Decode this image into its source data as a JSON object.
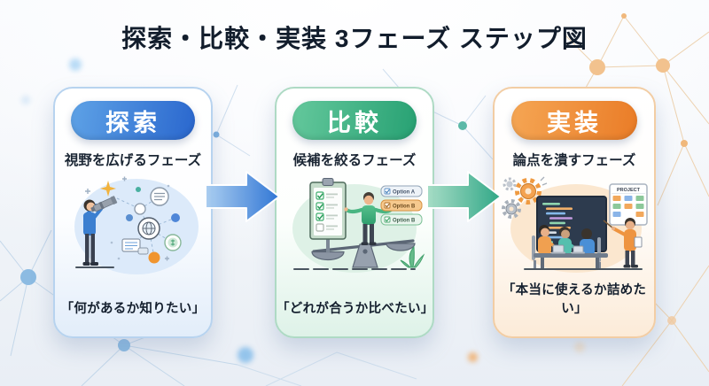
{
  "title": "探索・比較・実装 3フェーズ ステップ図",
  "colors": {
    "explore_accent": "#2a67ce",
    "compare_accent": "#27a173",
    "implement_accent": "#ea7c27",
    "background": "#eef2f7"
  },
  "phases": [
    {
      "label": "探索",
      "subtitle": "視野を広げるフェーズ",
      "quote": "「何があるか知りたい」"
    },
    {
      "label": "比較",
      "subtitle": "候補を絞るフェーズ",
      "quote": "「どれが合うか比べたい」",
      "options": [
        "Option A",
        "Option B",
        "Option B"
      ]
    },
    {
      "label": "実装",
      "subtitle": "論点を潰すフェーズ",
      "quote": "「本当に使えるか詰めたい」",
      "board_label": "PROJECT"
    }
  ]
}
